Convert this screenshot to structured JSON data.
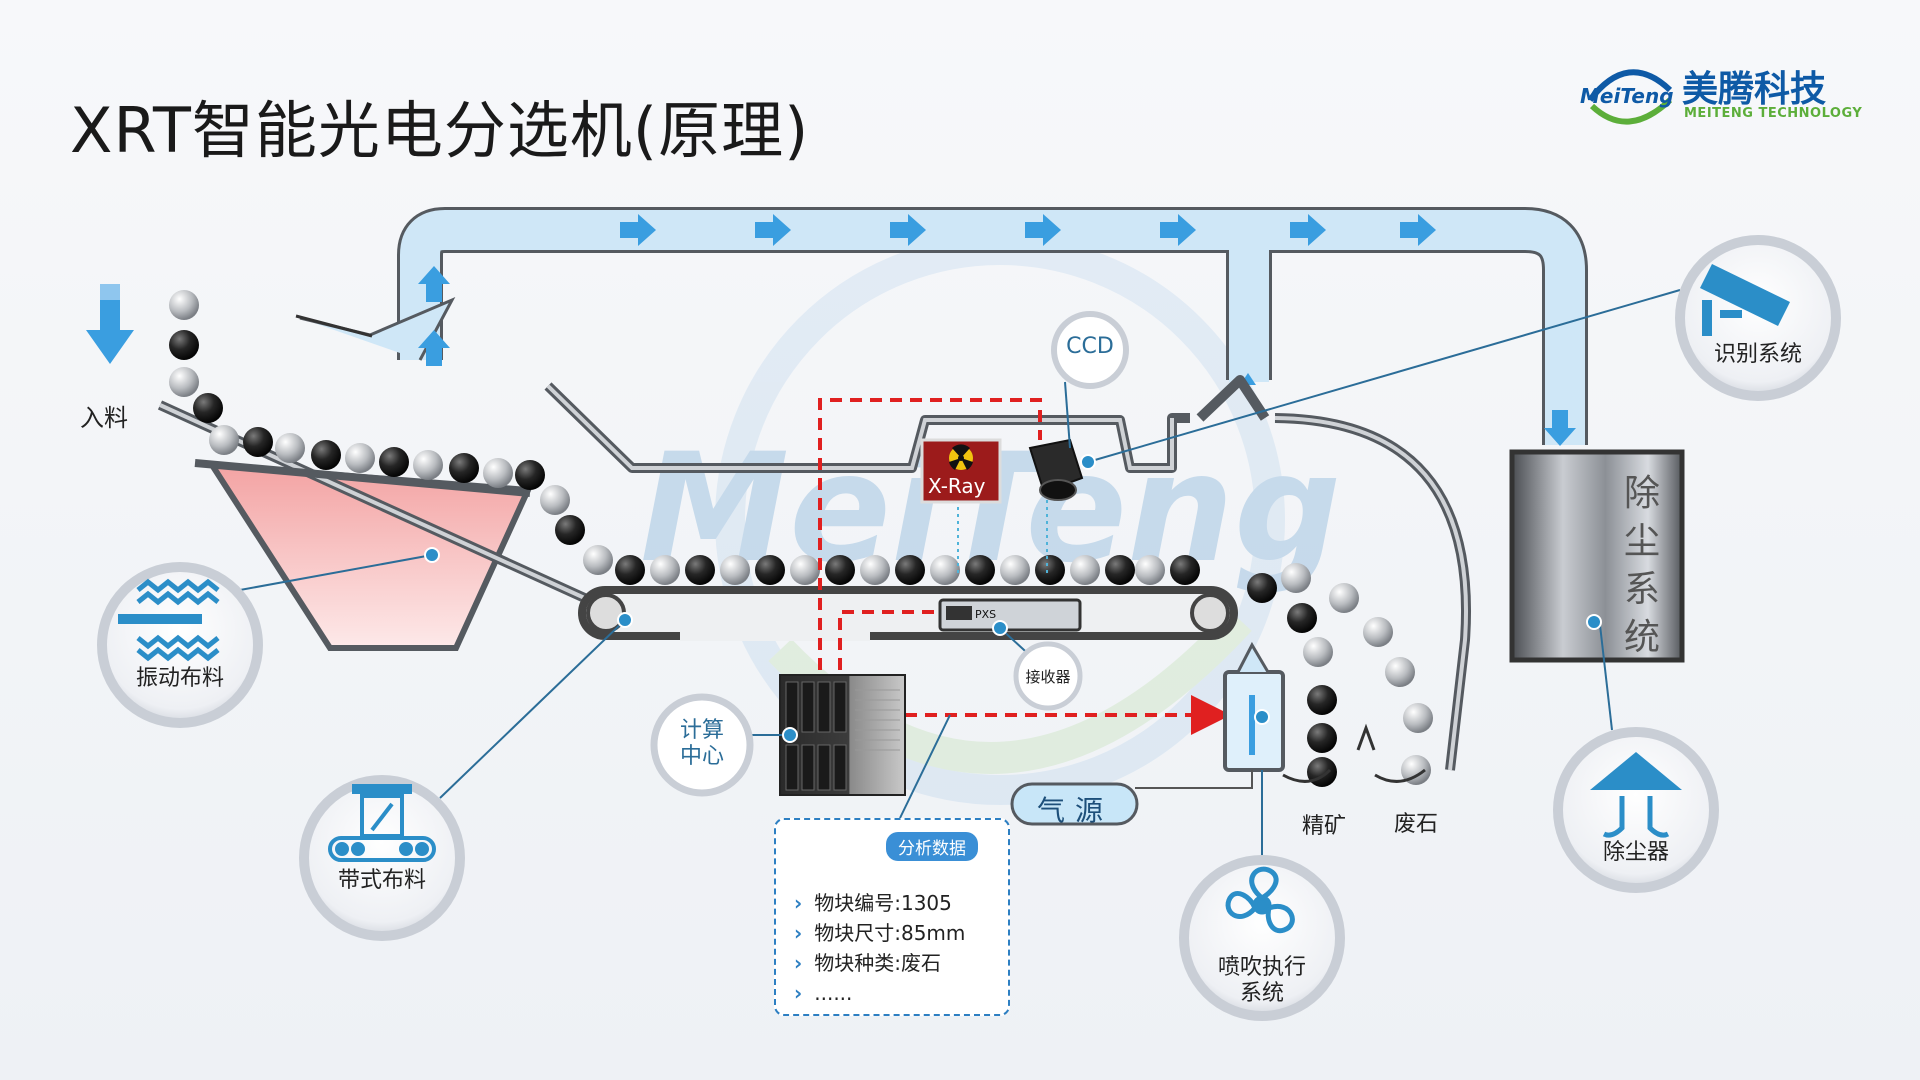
{
  "title": "XRT智能光电分选机(原理)",
  "logo": {
    "mark": "MeiTeng",
    "cn": "美腾科技",
    "en": "MEITENG TECHNOLOGY"
  },
  "labels": {
    "feed": "入料",
    "ccd": "CCD",
    "xray": "X-Ray",
    "dust_system": "除尘系统",
    "receiver": "接收器",
    "compute_center": [
      "计算",
      "中心"
    ],
    "air_source": "气源",
    "concentrate": "精矿",
    "waste": "废石"
  },
  "modules": {
    "vibration_feed": "振动布料",
    "belt_feed": "带式布料",
    "recognition": "识别系统",
    "dust_collector": "除尘器",
    "jet_execution": [
      "喷吹执行",
      "系统"
    ]
  },
  "analysis": {
    "tag": "分析数据",
    "items": [
      "物块编号:1305",
      "物块尺寸:85mm",
      "物块种类:废石",
      "......"
    ]
  },
  "colors": {
    "accent": "#2d7fc2",
    "duct": "#bfe0f4",
    "arrow": "#3a9ee0",
    "red_dash": "#e02020",
    "hopper": "#f4b8b8"
  }
}
